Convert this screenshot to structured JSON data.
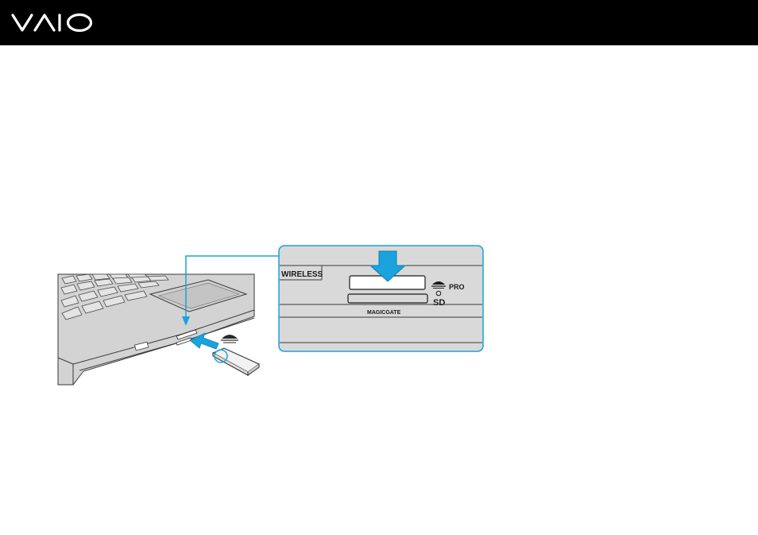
{
  "header": {
    "logo_text": "VAIO",
    "logo_icon": "vaio-logo-icon",
    "background": "#000000"
  },
  "illustration": {
    "callout_color": "#1aa3dc",
    "panel": {
      "wireless_label": "WIRELESS",
      "pro_label": "PRO",
      "sd_label": "SD",
      "magicgate_label": "MAGICGATE"
    },
    "icons": [
      "memory-stick-icon",
      "insert-arrow-icon",
      "laptop-illustration-icon"
    ]
  }
}
